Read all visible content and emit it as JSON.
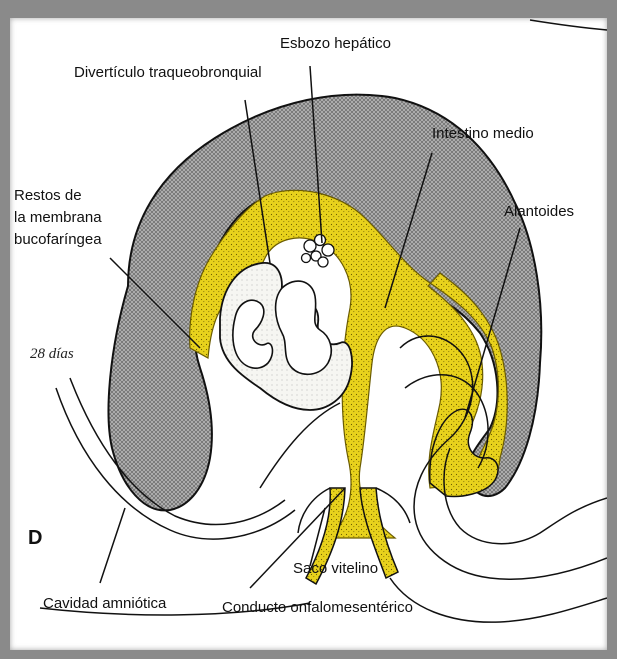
{
  "labels": {
    "diverticulo": "Divertículo traqueobronquial",
    "esbozo": "Esbozo hepático",
    "intestino": "Intestino medio",
    "restos_1": "Restos de",
    "restos_2": "la membrana",
    "restos_3": "bucofaríngea",
    "alantoides": "Alantoides",
    "dias": "28 días",
    "panel": "D",
    "cavidad": "Cavidad amniótica",
    "saco": "Saco vitelino",
    "conducto": "Conducto onfalomesentérico"
  },
  "colors": {
    "frame": "#8a8a8a",
    "background": "#ffffff",
    "endoderm": "#e8d21c",
    "mesoderm_hatch": "#9a9a9a",
    "outline": "#111111"
  }
}
